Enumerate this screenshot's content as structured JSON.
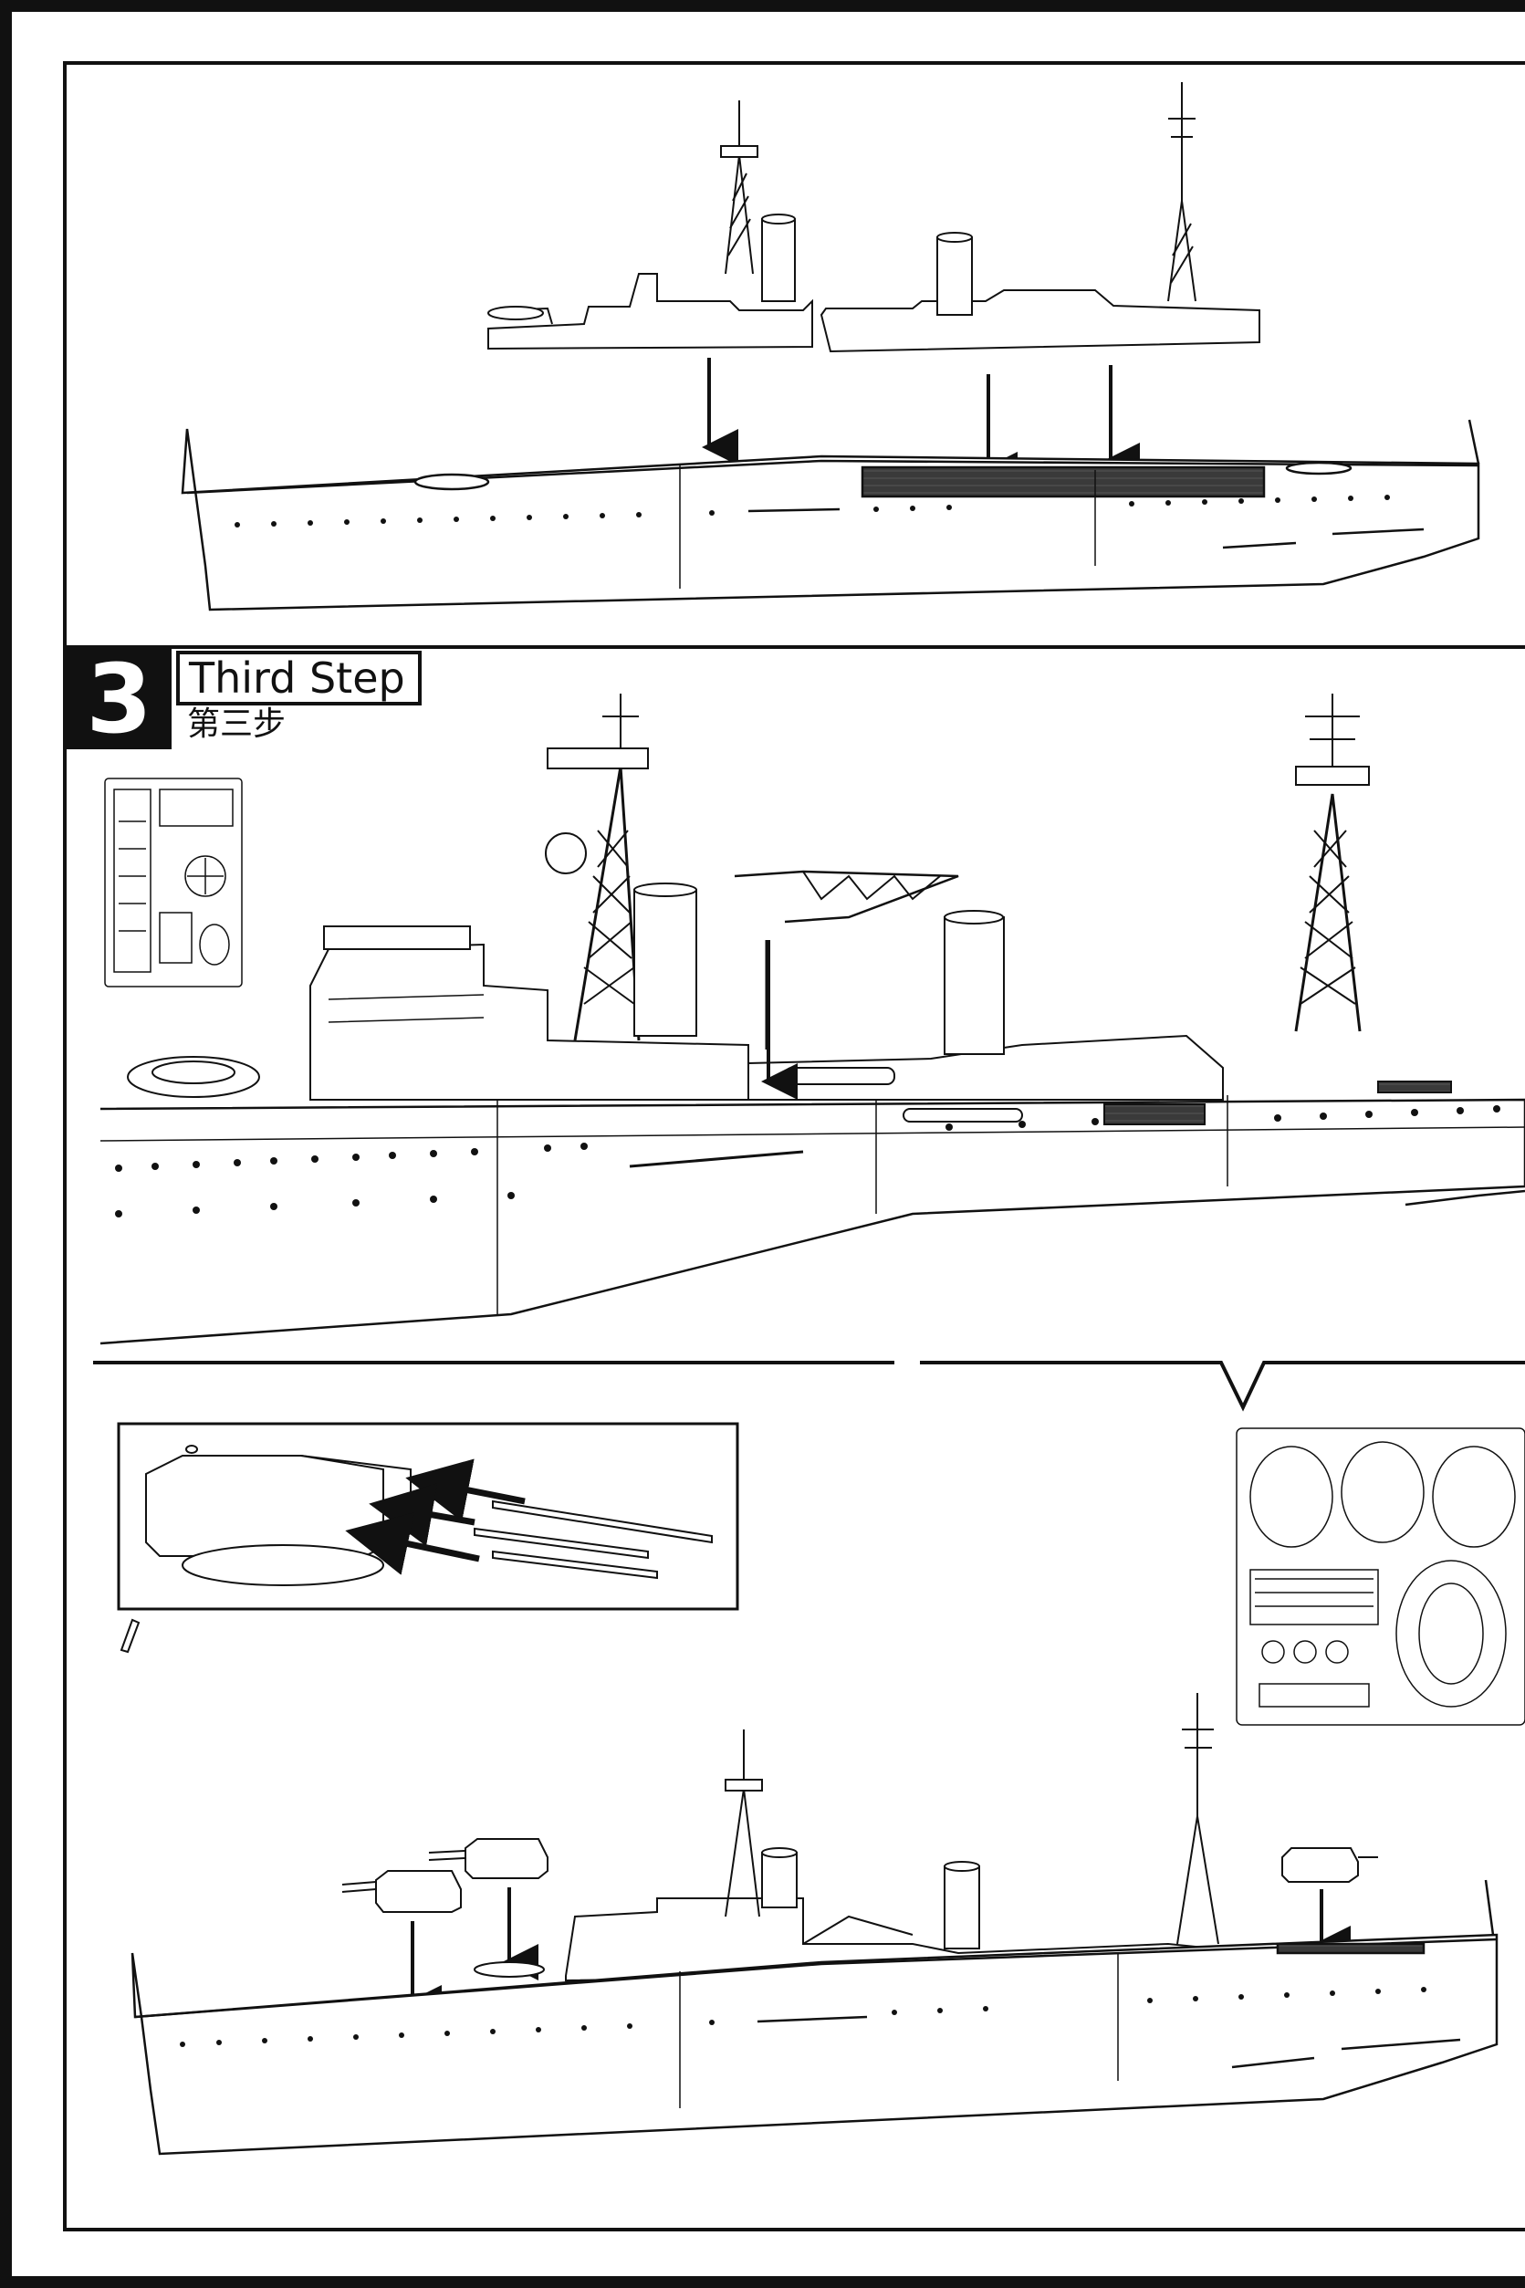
{
  "step": {
    "number": "3",
    "title": "Third Step",
    "subtitle": "第三步"
  },
  "colors": {
    "ink": "#111111",
    "paper": "#ffffff",
    "deck_dark": "#3a3a3a"
  },
  "icons": {
    "arrow": "down-arrow-icon",
    "knife": "hobby-knife-icon"
  }
}
